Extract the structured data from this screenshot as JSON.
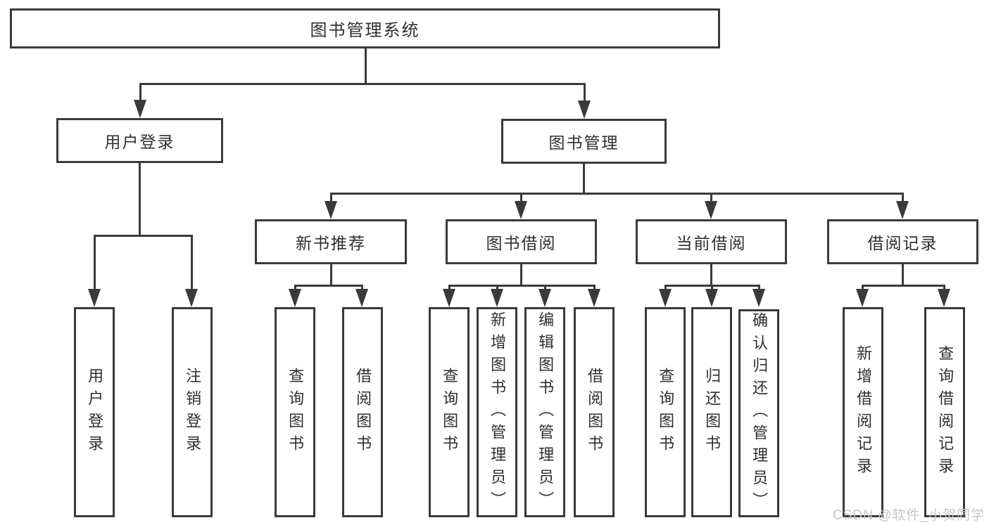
{
  "tree": {
    "root": {
      "label": "图书管理系统"
    },
    "branches": [
      {
        "label": "用户登录",
        "children": [
          {
            "label": "用户登录"
          },
          {
            "label": "注销登录"
          }
        ]
      },
      {
        "label": "图书管理",
        "children": [
          {
            "label": "新书推荐",
            "children": [
              {
                "label": "查询图书"
              },
              {
                "label": "借阅图书"
              }
            ]
          },
          {
            "label": "图书借阅",
            "children": [
              {
                "label": "查询图书"
              },
              {
                "label": "新增图书（管理员）"
              },
              {
                "label": "编辑图书（管理员）"
              },
              {
                "label": "借阅图书"
              }
            ]
          },
          {
            "label": "当前借阅",
            "children": [
              {
                "label": "查询图书"
              },
              {
                "label": "归还图书"
              },
              {
                "label": "确认归还（管理员）"
              }
            ]
          },
          {
            "label": "借阅记录",
            "children": [
              {
                "label": "新增借阅记录"
              },
              {
                "label": "查询借阅记录"
              }
            ]
          }
        ]
      }
    ]
  },
  "watermark": "CSDN @软件_小贺同学",
  "colors": {
    "line": "#3a3a3a",
    "text": "#2f2f2f",
    "watermark": "#c6c6c6",
    "background": "#ffffff"
  },
  "icons": {
    "arrow": "arrow-down"
  }
}
